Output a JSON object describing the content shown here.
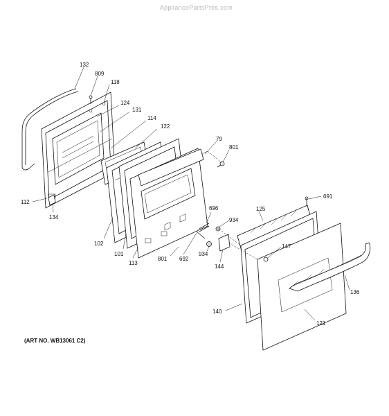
{
  "watermark": "AppliancePartsPros.com",
  "art_number": "(ART NO. WB13061 C2)",
  "callouts": [
    {
      "id": "c132",
      "label": "132"
    },
    {
      "id": "c809",
      "label": "809"
    },
    {
      "id": "c118",
      "label": "118"
    },
    {
      "id": "c124",
      "label": "124"
    },
    {
      "id": "c131",
      "label": "131"
    },
    {
      "id": "c114",
      "label": "114"
    },
    {
      "id": "c122",
      "label": "122"
    },
    {
      "id": "c79",
      "label": "79"
    },
    {
      "id": "c801a",
      "label": "801"
    },
    {
      "id": "c112",
      "label": "112"
    },
    {
      "id": "c134",
      "label": "134"
    },
    {
      "id": "c102",
      "label": "102"
    },
    {
      "id": "c101",
      "label": "101"
    },
    {
      "id": "c113",
      "label": "113"
    },
    {
      "id": "c801b",
      "label": "801"
    },
    {
      "id": "c692",
      "label": "692"
    },
    {
      "id": "c696",
      "label": "696"
    },
    {
      "id": "c934a",
      "label": "934"
    },
    {
      "id": "c934b",
      "label": "934"
    },
    {
      "id": "c144",
      "label": "144"
    },
    {
      "id": "c125",
      "label": "125"
    },
    {
      "id": "c691",
      "label": "691"
    },
    {
      "id": "c147",
      "label": "147"
    },
    {
      "id": "c140",
      "label": "140"
    },
    {
      "id": "c136",
      "label": "136"
    },
    {
      "id": "c121",
      "label": "121"
    }
  ]
}
